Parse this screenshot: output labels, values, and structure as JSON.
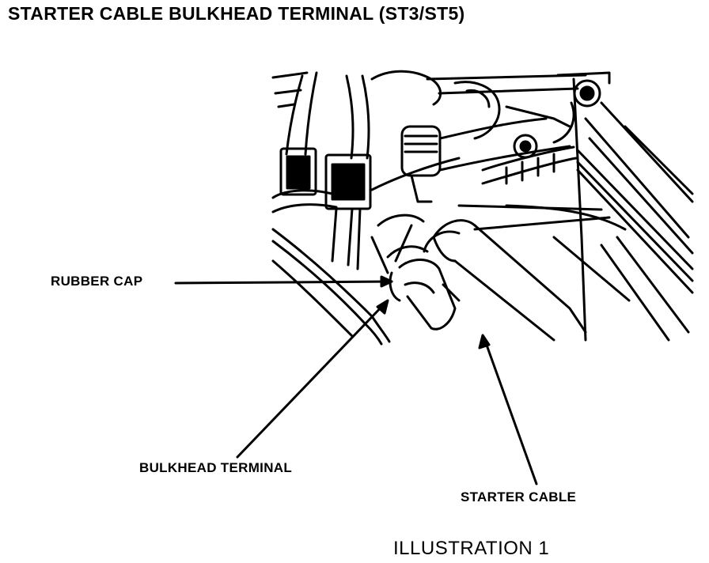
{
  "title": "STARTER CABLE BULKHEAD TERMINAL (ST3/ST5)",
  "labels": {
    "rubber_cap": "RUBBER CAP",
    "bulkhead_terminal": "BULKHEAD TERMINAL",
    "starter_cable": "STARTER CABLE"
  },
  "caption": "ILLUSTRATION 1"
}
